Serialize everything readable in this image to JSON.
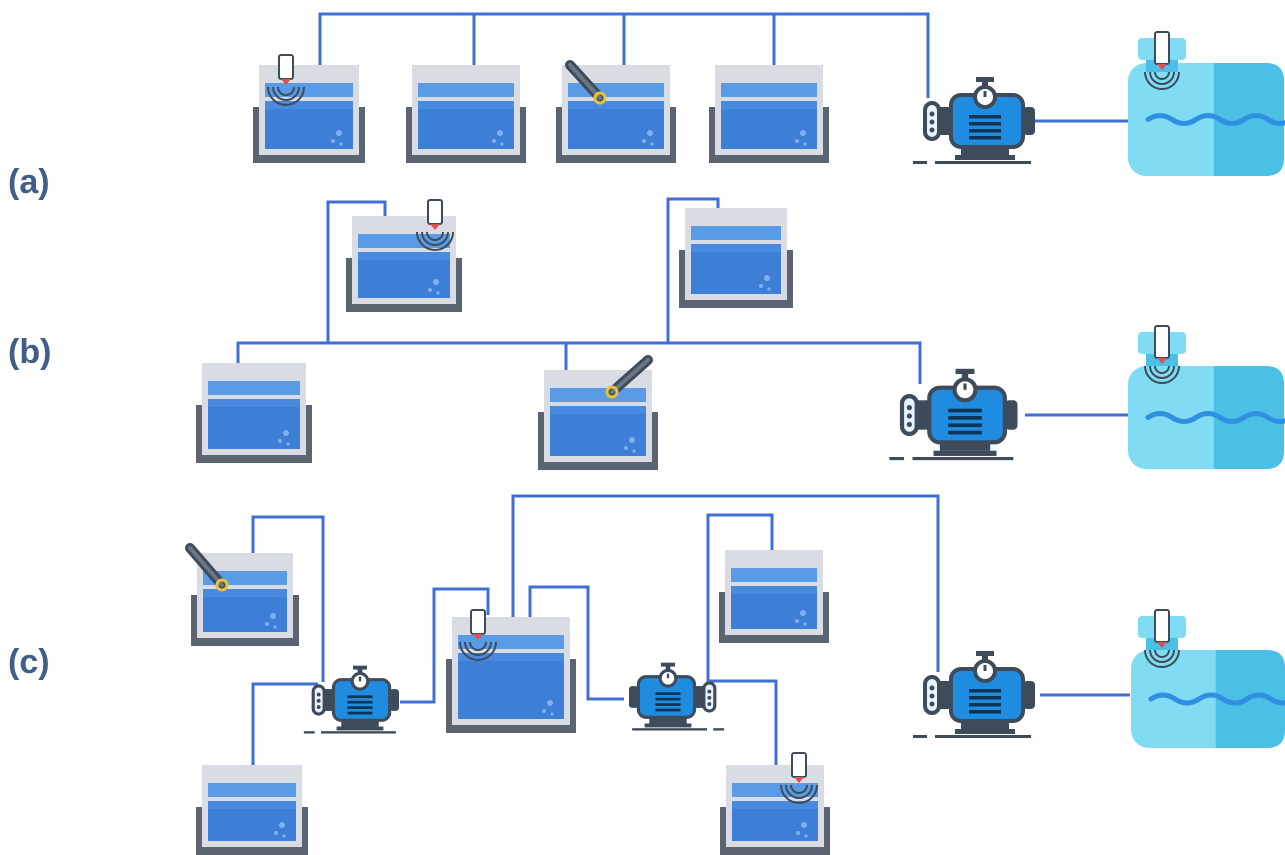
{
  "panels": [
    {
      "id": "a",
      "label": "(a)"
    },
    {
      "id": "b",
      "label": "(b)"
    },
    {
      "id": "c",
      "label": "(c)"
    }
  ],
  "colors": {
    "pipe": "#3f6fd4",
    "tank_rim": "#d9dde3",
    "tank_water_top": "#5a9be6",
    "tank_water": "#3d7fd6",
    "tank_base": "#5b6470",
    "reservoir_light": "#7fdcf3",
    "reservoir_dark": "#4bbfe6",
    "pump_body": "#1f8ce0",
    "pump_dark": "#3e4b5a",
    "sensor_tip": "#e05050",
    "probe_tip": "#e8c23a"
  },
  "icons": [
    "water-tank-icon",
    "pump-icon",
    "reservoir-icon",
    "ultrasonic-level-sensor-icon",
    "ph-probe-icon"
  ]
}
